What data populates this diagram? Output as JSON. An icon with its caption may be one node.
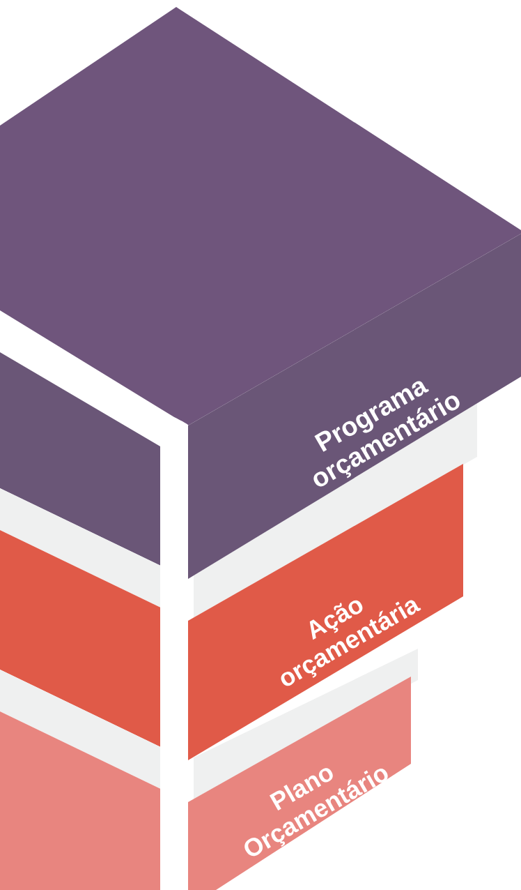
{
  "diagram": {
    "nodes": [
      {
        "text": [
          "Programa orçamentário"
        ]
      },
      {
        "text": [
          "Ação orçamentária"
        ]
      },
      {
        "text": [
          "Plano Orçamentário"
        ]
      }
    ]
  }
}
